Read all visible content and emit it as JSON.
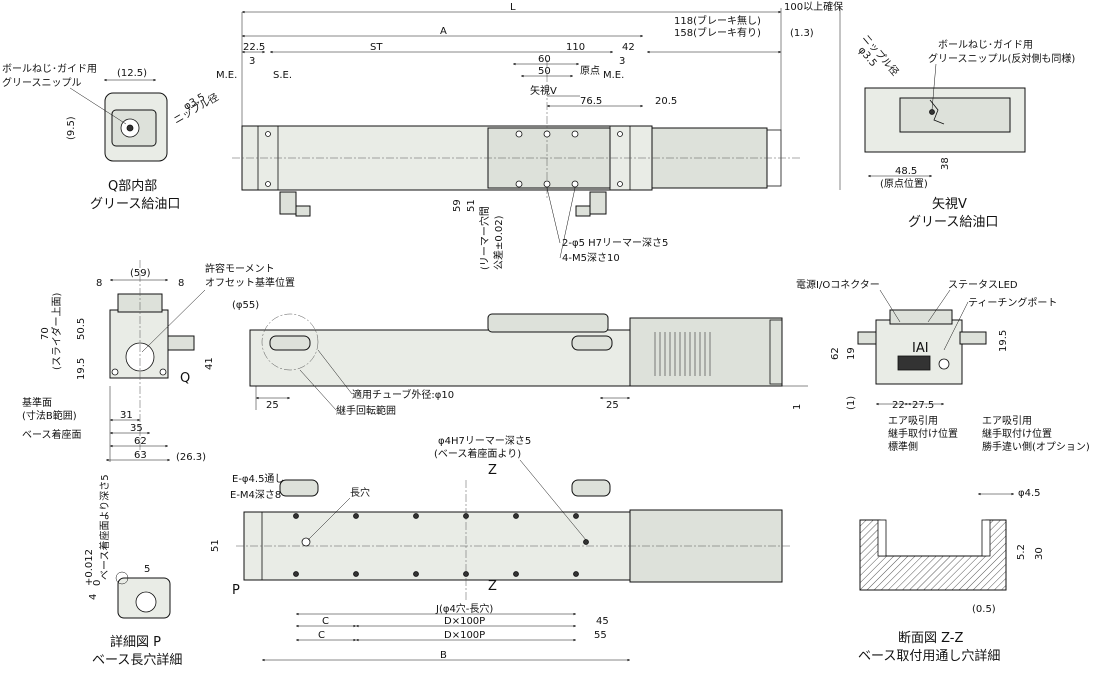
{
  "top_view": {
    "L": "L",
    "A": "A",
    "ST": "ST",
    "d22_5": "22.5",
    "d3_left": "3",
    "d110": "110",
    "d42": "42",
    "d60": "60",
    "d50": "50",
    "d3_right": "3",
    "d76_5": "76.5",
    "d20_5": "20.5",
    "d118": "118(ブレーキ無し)",
    "d158": "158(ブレーキ有り)",
    "d100": "100以上確保",
    "d1_3": "(1.3)",
    "me_left": "M.E.",
    "se": "S.E.",
    "genten": "原点",
    "me_right": "M.E.",
    "yashi_v": "矢視V",
    "d59": "59",
    "d51": "51",
    "ream_hole": "(リーマー穴間",
    "tolerance": "公差±0.02)",
    "pin_hole": "2-φ5 H7リーマー深さ5",
    "screw_hole": "4-M5深さ10"
  },
  "q_detail": {
    "label_nipple": "ボールねじ･ガイド用",
    "label_nipple2": "グリースニップル",
    "d12_5": "(12.5)",
    "d9_5": "(9.5)",
    "phi3_5": "φ3.5",
    "nipple_dia": "ニップル径",
    "title1": "Q部内部",
    "title2": "グリース給油口"
  },
  "v_detail": {
    "phi3_5": "φ3.5",
    "nipple_dia": "ニップル径",
    "label1": "ボールねじ･ガイド用",
    "label2": "グリースニップル(反対側も同様)",
    "d48_5": "48.5",
    "origin_pos": "(原点位置)",
    "d38": "38",
    "title1": "矢視V",
    "title2": "グリース給油口"
  },
  "end_view": {
    "d59": "(59)",
    "d8a": "8",
    "d8b": "8",
    "moment1": "許容モーメント",
    "moment2": "オフセット基準位置",
    "d70": "70",
    "slider_top": "(スライダー上面)",
    "d50_5": "50.5",
    "d19_5": "19.5",
    "d41": "41",
    "q": "Q",
    "base_ref1": "基準面",
    "base_ref2": "(寸法B範囲)",
    "base_mount": "ベース着座面",
    "d31": "31",
    "d35": "35",
    "d62": "62",
    "d63": "63",
    "d26_3": "(26.3)"
  },
  "side_view": {
    "phi55": "(φ55)",
    "d25a": "25",
    "d25b": "25",
    "tube": "適用チューブ外径:φ10",
    "joint": "継手回転範囲",
    "d1": "1"
  },
  "connector_view": {
    "power": "電源I/Oコネクター",
    "status": "ステータスLED",
    "teaching": "ティーチングポート",
    "logo": "IAI",
    "d62": "62",
    "d19": "19",
    "d19_5": "19.5",
    "d1": "(1)",
    "d22": "22",
    "d27_5": "27.5",
    "air_std1": "エア吸引用",
    "air_std2": "継手取付け位置",
    "air_std3": "標準側",
    "air_opt1": "エア吸引用",
    "air_opt2": "継手取付け位置",
    "air_opt3": "勝手違い側(オプション)"
  },
  "bottom_view": {
    "ream": "φ4H7リーマー深さ5",
    "ream2": "(ベース着座面より)",
    "z_top": "Z",
    "z_bottom": "Z",
    "e_through": "E-φ4.5通し",
    "e_m4": "E-M4深さ8",
    "slot": "長穴",
    "d51": "51",
    "p": "P",
    "j": "J(φ4穴-長穴)",
    "c1": "C",
    "c2": "C",
    "dx1": "D×100P",
    "dx2": "D×100P",
    "d45": "45",
    "d55": "55",
    "b": "B"
  },
  "p_detail": {
    "depth": "ベース着座面より深さ5",
    "tol": "4",
    "tol_up": "+0.012",
    "tol_dn": "0",
    "d5": "5",
    "title1": "詳細図 P",
    "title2": "ベース長穴詳細"
  },
  "z_section": {
    "phi4_5": "φ4.5",
    "d5_2": "5.2",
    "d30": "30",
    "d0_5": "(0.5)",
    "title1": "断面図 Z-Z",
    "title2": "ベース取付用通し穴詳細"
  }
}
